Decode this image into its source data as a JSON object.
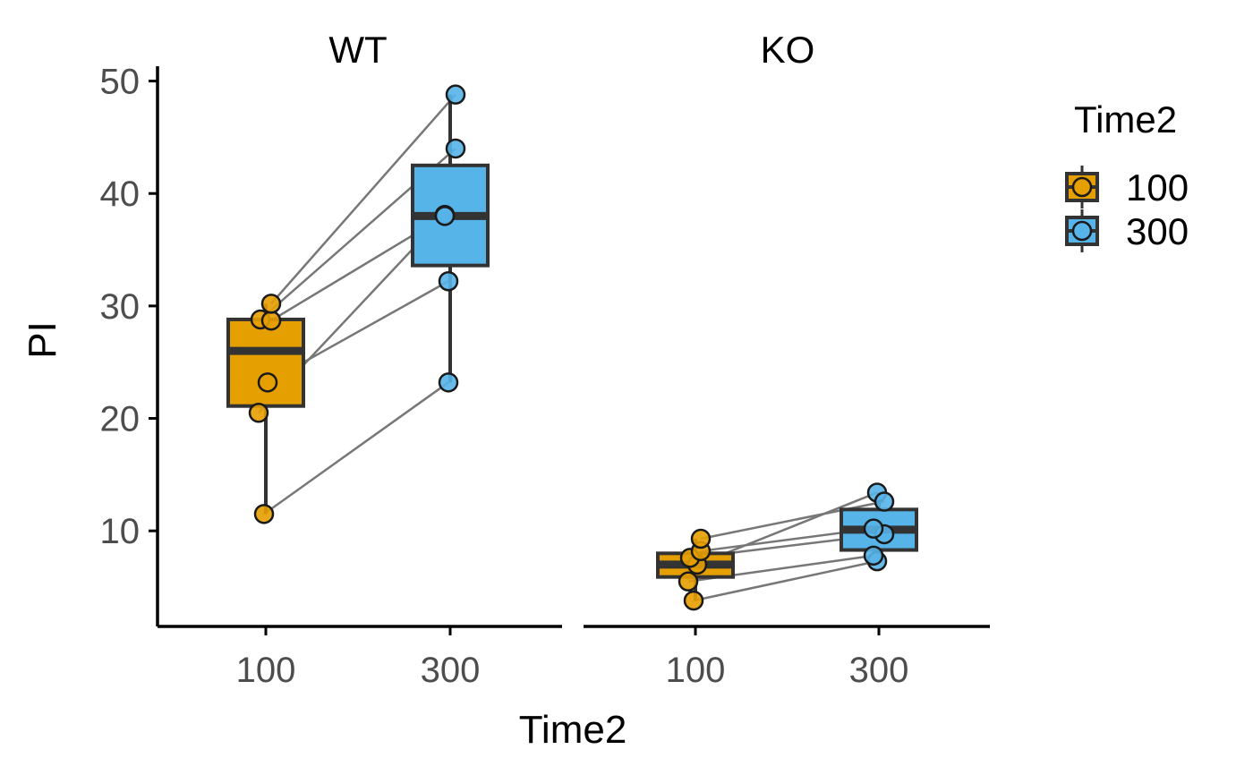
{
  "chart_data": {
    "type": "box",
    "facets": [
      "WT",
      "KO"
    ],
    "xlabel": "Time2",
    "ylabel": "PI",
    "categories": [
      "100",
      "300"
    ],
    "ylim": [
      1.5,
      51
    ],
    "yticks": [
      10,
      20,
      30,
      40,
      50
    ],
    "legend": {
      "title": "Time2",
      "position": "right",
      "entries": [
        "100",
        "300"
      ]
    },
    "colors": {
      "100": "#E69F00",
      "300": "#56B4E9",
      "box_line": "#333333",
      "pair_line": "#777777",
      "axis": "#000000"
    },
    "panels": [
      {
        "facet": "WT",
        "boxes": [
          {
            "category": "100",
            "min": 11.5,
            "q1": 21.1,
            "median": 26.0,
            "q3": 28.8,
            "max": 30.2
          },
          {
            "category": "300",
            "min": 23.2,
            "q1": 33.6,
            "median": 38.0,
            "q3": 42.5,
            "max": 48.8
          }
        ],
        "pairs": [
          {
            "v100": 11.5,
            "v300": 23.2
          },
          {
            "v100": 20.5,
            "v300": 38.1
          },
          {
            "v100": 23.2,
            "v300": 32.2
          },
          {
            "v100": 28.8,
            "v300": 44.0
          },
          {
            "v100": 28.7,
            "v300": 38.0
          },
          {
            "v100": 30.2,
            "v300": 48.8
          }
        ]
      },
      {
        "facet": "KO",
        "boxes": [
          {
            "category": "100",
            "min": 3.8,
            "q1": 5.9,
            "median": 7.0,
            "q3": 8.0,
            "max": 9.3
          },
          {
            "category": "300",
            "min": 7.3,
            "q1": 8.3,
            "median": 10.1,
            "q3": 11.9,
            "max": 13.4
          }
        ],
        "pairs": [
          {
            "v100": 3.8,
            "v300": 7.3
          },
          {
            "v100": 5.5,
            "v300": 7.8
          },
          {
            "v100": 7.0,
            "v300": 13.4
          },
          {
            "v100": 7.6,
            "v300": 9.7
          },
          {
            "v100": 8.2,
            "v300": 10.2
          },
          {
            "v100": 9.3,
            "v300": 12.6
          }
        ]
      }
    ]
  }
}
